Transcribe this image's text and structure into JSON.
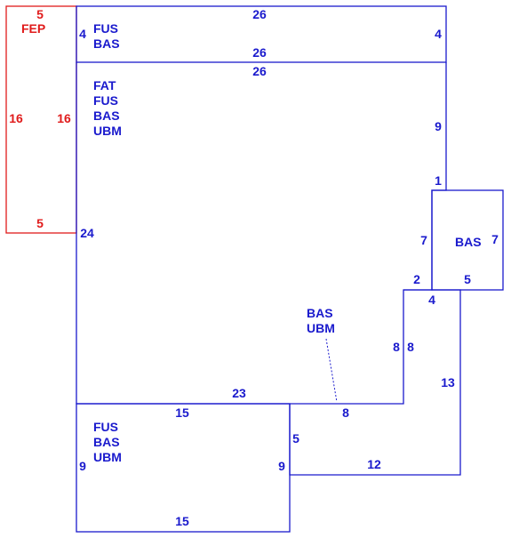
{
  "colors": {
    "main": "#1a1acd",
    "fep": "#e01b1b"
  },
  "areas": {
    "fep": {
      "code": "FEP"
    },
    "top": {
      "lines": [
        "FUS",
        "BAS"
      ]
    },
    "main": {
      "lines": [
        "FAT",
        "FUS",
        "BAS",
        "UBM"
      ]
    },
    "bas_right": {
      "code": "BAS"
    },
    "step_note": {
      "lines": [
        "BAS",
        "UBM"
      ]
    },
    "bottom": {
      "lines": [
        "FUS",
        "BAS",
        "UBM"
      ]
    }
  },
  "dims": {
    "fep_top": "5",
    "fep_left": "16",
    "fep_right": "16",
    "fep_bottom": "5",
    "top_top": "26",
    "top_left": "4",
    "top_right": "4",
    "top_bottom": "26",
    "main_top": "26",
    "main_right_upper": "9",
    "main_right_short": "1",
    "main_left": "24",
    "notch_vertical": "7",
    "notch_horizontal": "2",
    "bas_right_side": "7",
    "bas_bottom": "5",
    "step_top": "4",
    "step_inner_left": "8",
    "step_inner_right": "8",
    "step_right": "13",
    "main_bottom": "23",
    "step_bottom": "8",
    "ext_left": "5",
    "ext_bottom": "12",
    "bottom_top": "15",
    "bottom_left": "9",
    "bottom_right": "9",
    "bottom_bottom": "15"
  }
}
